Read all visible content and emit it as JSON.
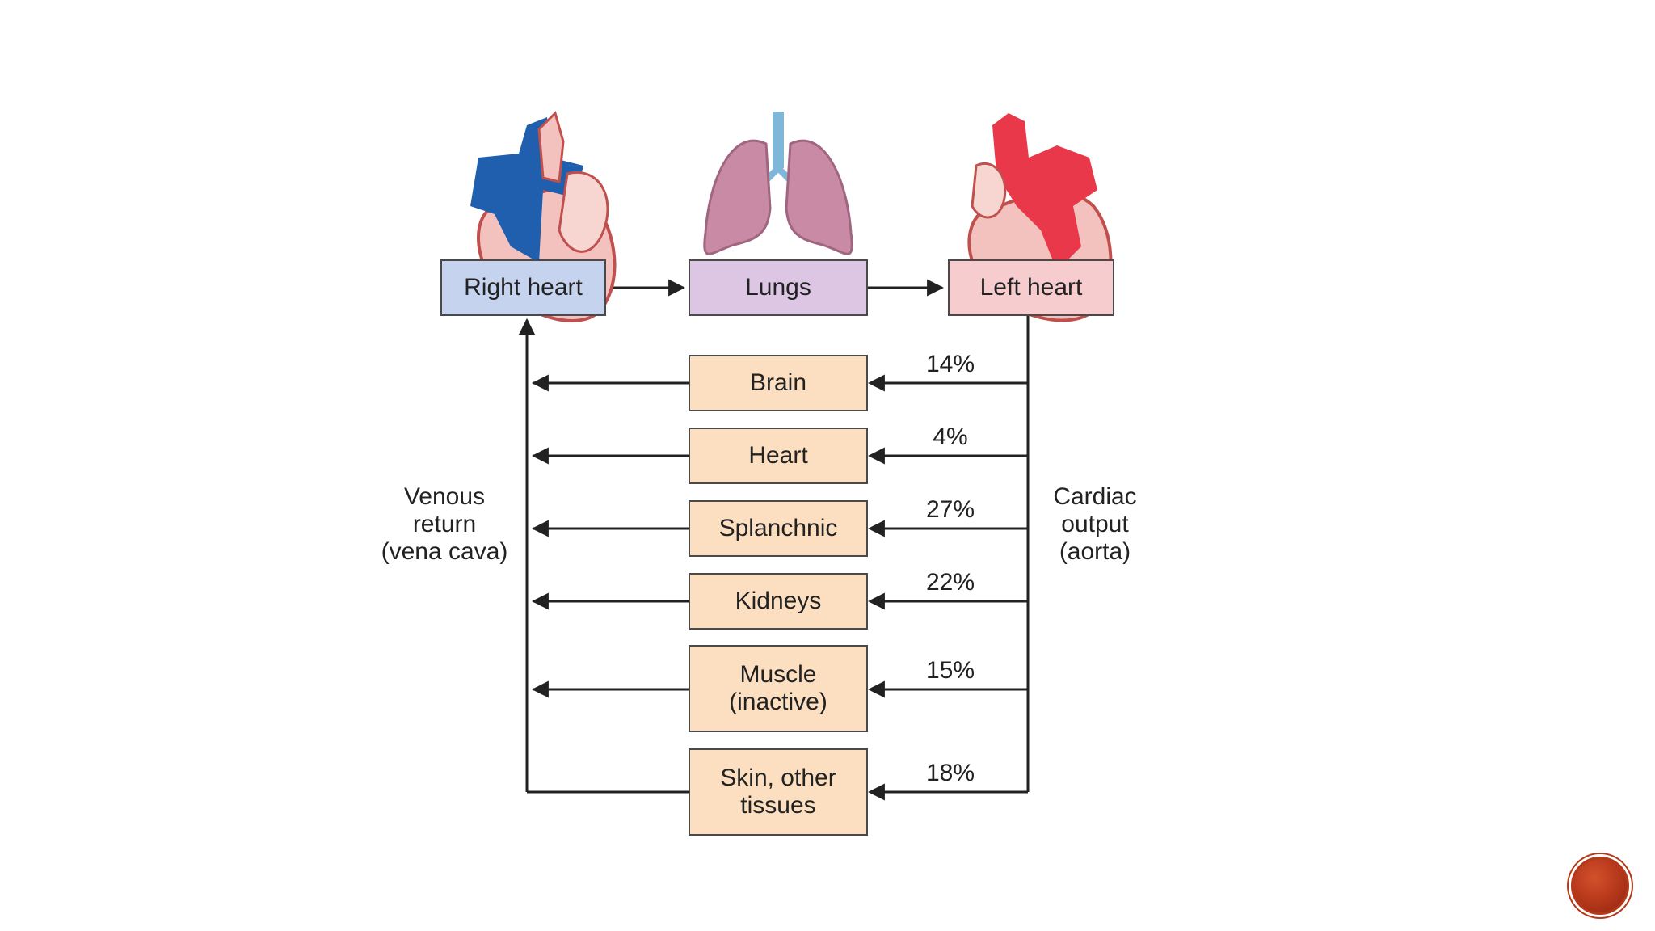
{
  "top_row": {
    "right_heart": "Right heart",
    "lungs": "Lungs",
    "left_heart": "Left heart"
  },
  "organs": [
    {
      "label": "Brain",
      "percent": "14%"
    },
    {
      "label": "Heart",
      "percent": "4%"
    },
    {
      "label": "Splanchnic",
      "percent": "27%"
    },
    {
      "label": "Kidneys",
      "percent": "22%"
    },
    {
      "label": "Muscle\n(inactive)",
      "percent": "15%"
    },
    {
      "label": "Skin, other\ntissues",
      "percent": "18%"
    }
  ],
  "side_labels": {
    "venous_return": "Venous\nreturn\n(vena cava)",
    "cardiac_output": "Cardiac\noutput\n(aorta)"
  },
  "colors": {
    "right_heart_box": "#c6d3ee",
    "lungs_box": "#dcc6e3",
    "left_heart_box": "#f6cccf",
    "organ_box": "#fbdfc0",
    "venous_blue": "#1f5fae",
    "arterial_red": "#e8384a",
    "lung_pink": "#c98aa6",
    "badge_red": "#b23a1a"
  },
  "icons": [
    "right-heart-illustration",
    "lungs-illustration",
    "left-heart-illustration",
    "slide-badge-icon"
  ]
}
